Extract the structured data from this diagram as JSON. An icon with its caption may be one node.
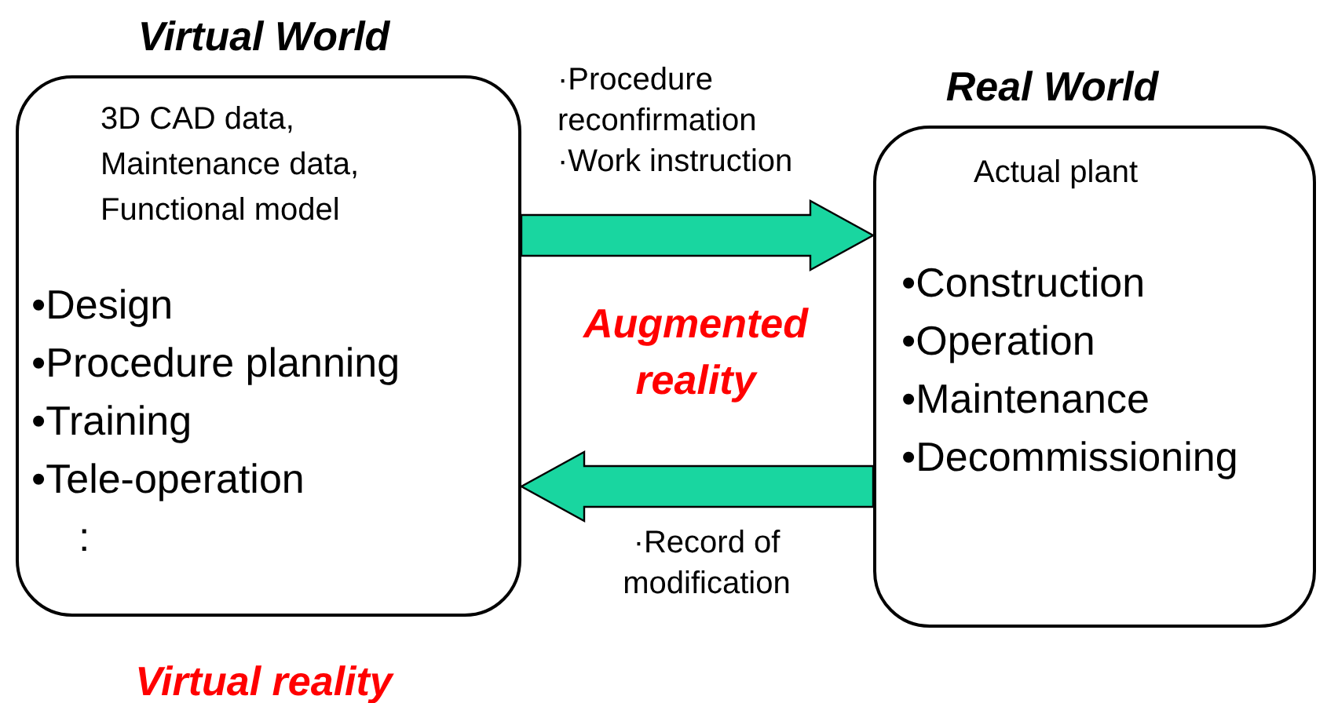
{
  "diagram": {
    "nodes": [
      {
        "text": [
          "Virtual World",
          "3D CAD data, Maintenance data, Functional model",
          "•Design",
          "•Procedure planning",
          "•Training",
          "•Tele-operation",
          ":"
        ],
        "beside": [
          "Virtual reality"
        ]
      },
      {
        "text": [
          "Real World",
          "Actual plant",
          "•Construction",
          "•Operation",
          "•Maintenance",
          "•Decommissioning"
        ]
      }
    ],
    "edges": [
      {
        "from": 0,
        "to": 1,
        "arrow": "to",
        "label": "·Procedure reconfirmation ·Work instruction"
      },
      {
        "from": 1,
        "to": 0,
        "arrow": "to",
        "label": "·Record of modification"
      }
    ],
    "labels": [
      "Augmented reality"
    ]
  }
}
